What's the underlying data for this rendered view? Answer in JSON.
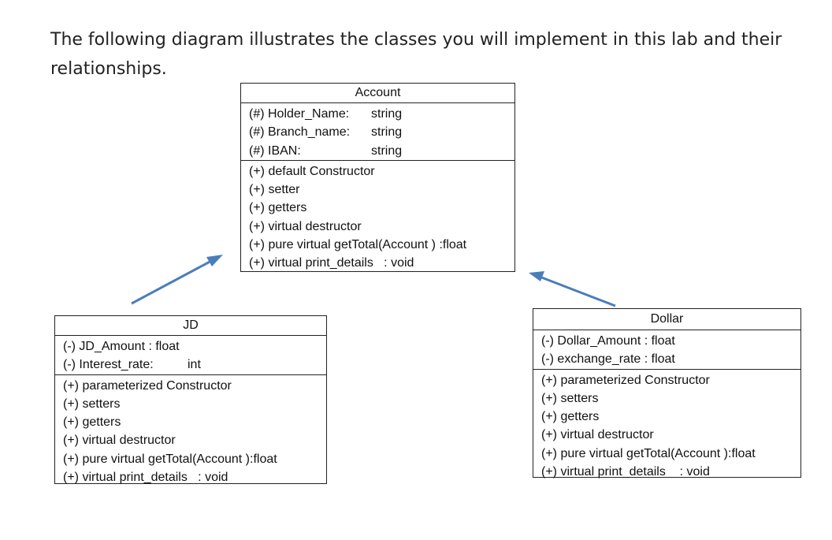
{
  "intro_text": "The following diagram illustrates the classes you will implement in this lab and their relationships.",
  "classes": {
    "account": {
      "name": "Account",
      "attributes": [
        {
          "label": "(#) Holder_Name:",
          "type": "string"
        },
        {
          "label": "(#) Branch_name:",
          "type": "string"
        },
        {
          "label": "(#) IBAN:",
          "type": "string"
        }
      ],
      "methods": [
        "(+) default Constructor",
        "(+) setter",
        "(+) getters",
        "(+) virtual destructor",
        "(+) pure virtual getTotal(Account ) :float",
        "(+) virtual print_details   : void"
      ]
    },
    "jd": {
      "name": "JD",
      "attributes": [
        {
          "label": "(-) JD_Amount : float",
          "type": ""
        },
        {
          "label": "(-) Interest_rate:",
          "type": "int"
        }
      ],
      "methods": [
        "(+) parameterized Constructor",
        "(+) setters",
        "(+) getters",
        "(+) virtual destructor",
        "(+) pure virtual getTotal(Account ):float",
        "(+) virtual print_details   : void"
      ]
    },
    "dollar": {
      "name": "Dollar",
      "attributes": [
        {
          "label": "(-) Dollar_Amount : float",
          "type": ""
        },
        {
          "label": "(-) exchange_rate : float",
          "type": ""
        }
      ],
      "methods": [
        "(+) parameterized Constructor",
        "(+) setters",
        "(+) getters",
        "(+) virtual destructor",
        "(+) pure virtual getTotal(Account ):float",
        "(+) virtual print_details    : void"
      ]
    }
  },
  "colors": {
    "arrow": "#4a7ebb",
    "border": "#222222"
  }
}
